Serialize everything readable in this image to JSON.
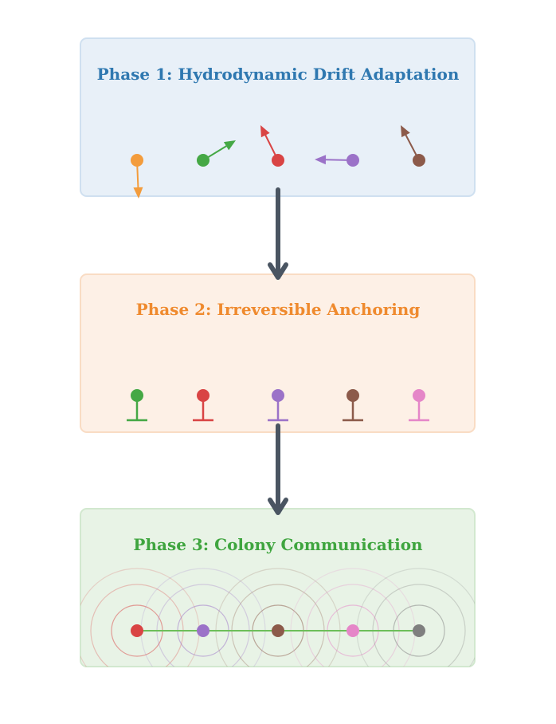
{
  "phases": [
    {
      "title": "Phase 1: Hydrodynamic Drift Adaptation",
      "title_color": "#2f78b0",
      "fill": "#e8f0f8",
      "stroke": "#cfe0f0"
    },
    {
      "title": "Phase 2: Irreversible Anchoring",
      "title_color": "#ef8a2e",
      "fill": "#fdf0e6",
      "stroke": "#f9dcc4"
    },
    {
      "title": "Phase 3: Colony Communication",
      "title_color": "#3fa53f",
      "fill": "#e8f3e6",
      "stroke": "#d2e8cf"
    }
  ],
  "colors": {
    "orange": "#f39c3c",
    "green": "#45a845",
    "red": "#d94444",
    "purple": "#9b72c8",
    "brown": "#8c5a4a",
    "pink": "#e586c8",
    "gray": "#7f7f7f",
    "flow_arrow": "#4a5562",
    "link_line": "#6dbf5a"
  },
  "drifters": [
    {
      "color": "orange",
      "direction": "down"
    },
    {
      "color": "green",
      "direction": "up-right"
    },
    {
      "color": "red",
      "direction": "up-left"
    },
    {
      "color": "purple",
      "direction": "left"
    },
    {
      "color": "brown",
      "direction": "up-left"
    }
  ],
  "anchors": [
    {
      "color": "green"
    },
    {
      "color": "red"
    },
    {
      "color": "purple"
    },
    {
      "color": "brown"
    },
    {
      "color": "pink"
    }
  ],
  "colony_nodes": [
    {
      "color": "red"
    },
    {
      "color": "purple"
    },
    {
      "color": "brown"
    },
    {
      "color": "pink"
    },
    {
      "color": "gray"
    }
  ]
}
